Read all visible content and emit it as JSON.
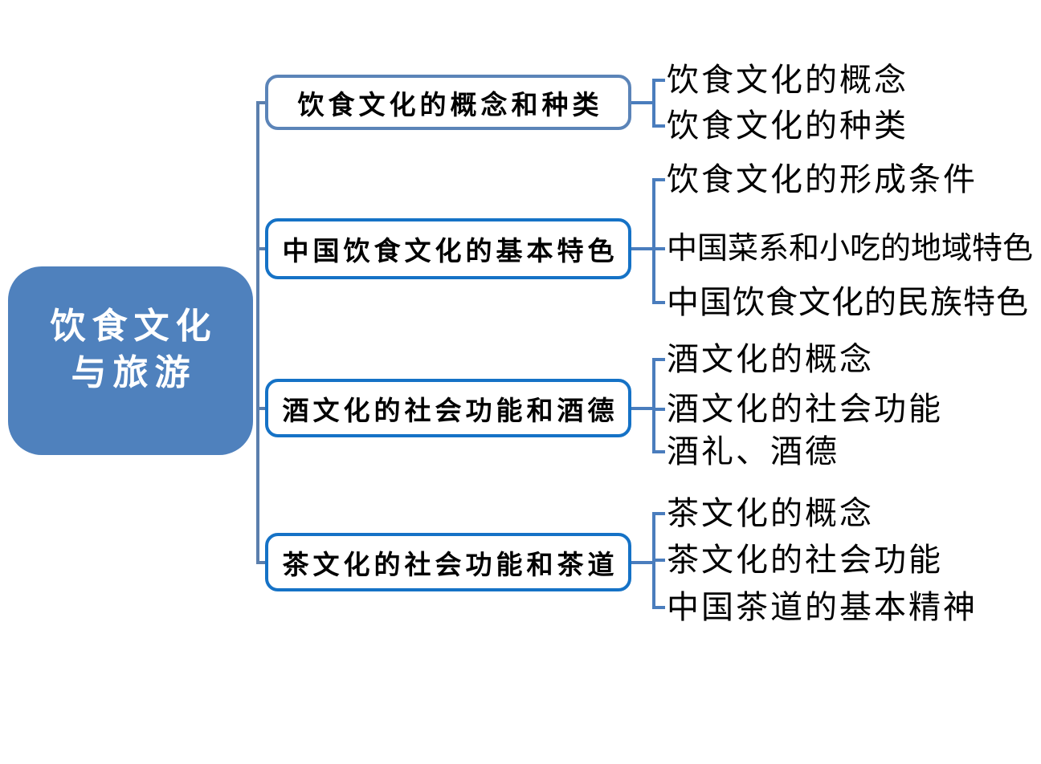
{
  "diagram": {
    "root": {
      "lines": [
        "饮食文化",
        "与旅游"
      ]
    },
    "branches": [
      {
        "label": "饮食文化的概念和种类",
        "accent": "#5b84b8",
        "children": [
          "饮食文化的概念",
          "饮食文化的种类"
        ]
      },
      {
        "label": "中国饮食文化的基本特色",
        "accent": "#1572c6",
        "children": [
          "饮食文化的形成条件",
          "中国菜系和小吃的地域特色",
          "中国饮食文化的民族特色"
        ]
      },
      {
        "label": "酒文化的社会功能和酒德",
        "accent": "#1572c6",
        "children": [
          "酒文化的概念",
          "酒文化的社会功能",
          "酒礼、酒德"
        ]
      },
      {
        "label": "茶文化的社会功能和茶道",
        "accent": "#1572c6",
        "children": [
          "茶文化的概念",
          "茶文化的社会功能",
          "中国茶道的基本精神"
        ]
      }
    ],
    "colors": {
      "background": "#ffffff",
      "root_fill": "#4f81bd",
      "root_text": "#ffffff",
      "branch_box_fill": "#ffffff",
      "branch_border_bright": "#1572c6",
      "branch_border_soft": "#5b84b8",
      "branch_text": "#000000",
      "leaf_text": "#000000",
      "trunk_connector": "#5b7fad",
      "leaf_bracket": "#4a7dbd"
    }
  }
}
